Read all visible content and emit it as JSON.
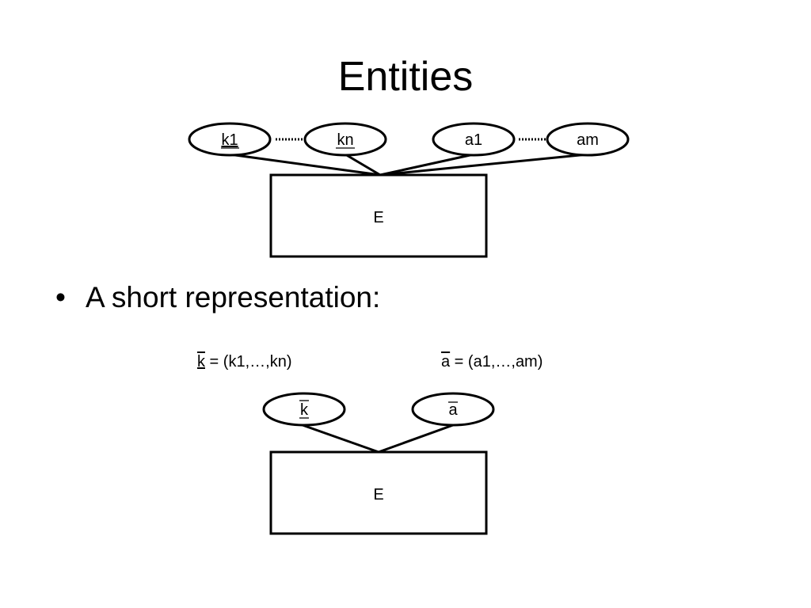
{
  "slide": {
    "title": "Entities",
    "bullet_symbol": "•",
    "bullet_text": "A short representation:"
  },
  "diagram_full": {
    "entity": "E",
    "attributes": [
      {
        "label": "k1",
        "key": true
      },
      {
        "label": "kn",
        "key": true
      },
      {
        "label": "a1",
        "key": false
      },
      {
        "label": "am",
        "key": false
      }
    ]
  },
  "definitions": {
    "k_symbol": "k",
    "k_rest": " = (k1,…,kn)",
    "a_symbol": "a",
    "a_rest": " = (a1,…,am)"
  },
  "diagram_short": {
    "entity": "E",
    "attributes": [
      {
        "label": "k",
        "key": true
      },
      {
        "label": "a",
        "key": false
      }
    ]
  }
}
